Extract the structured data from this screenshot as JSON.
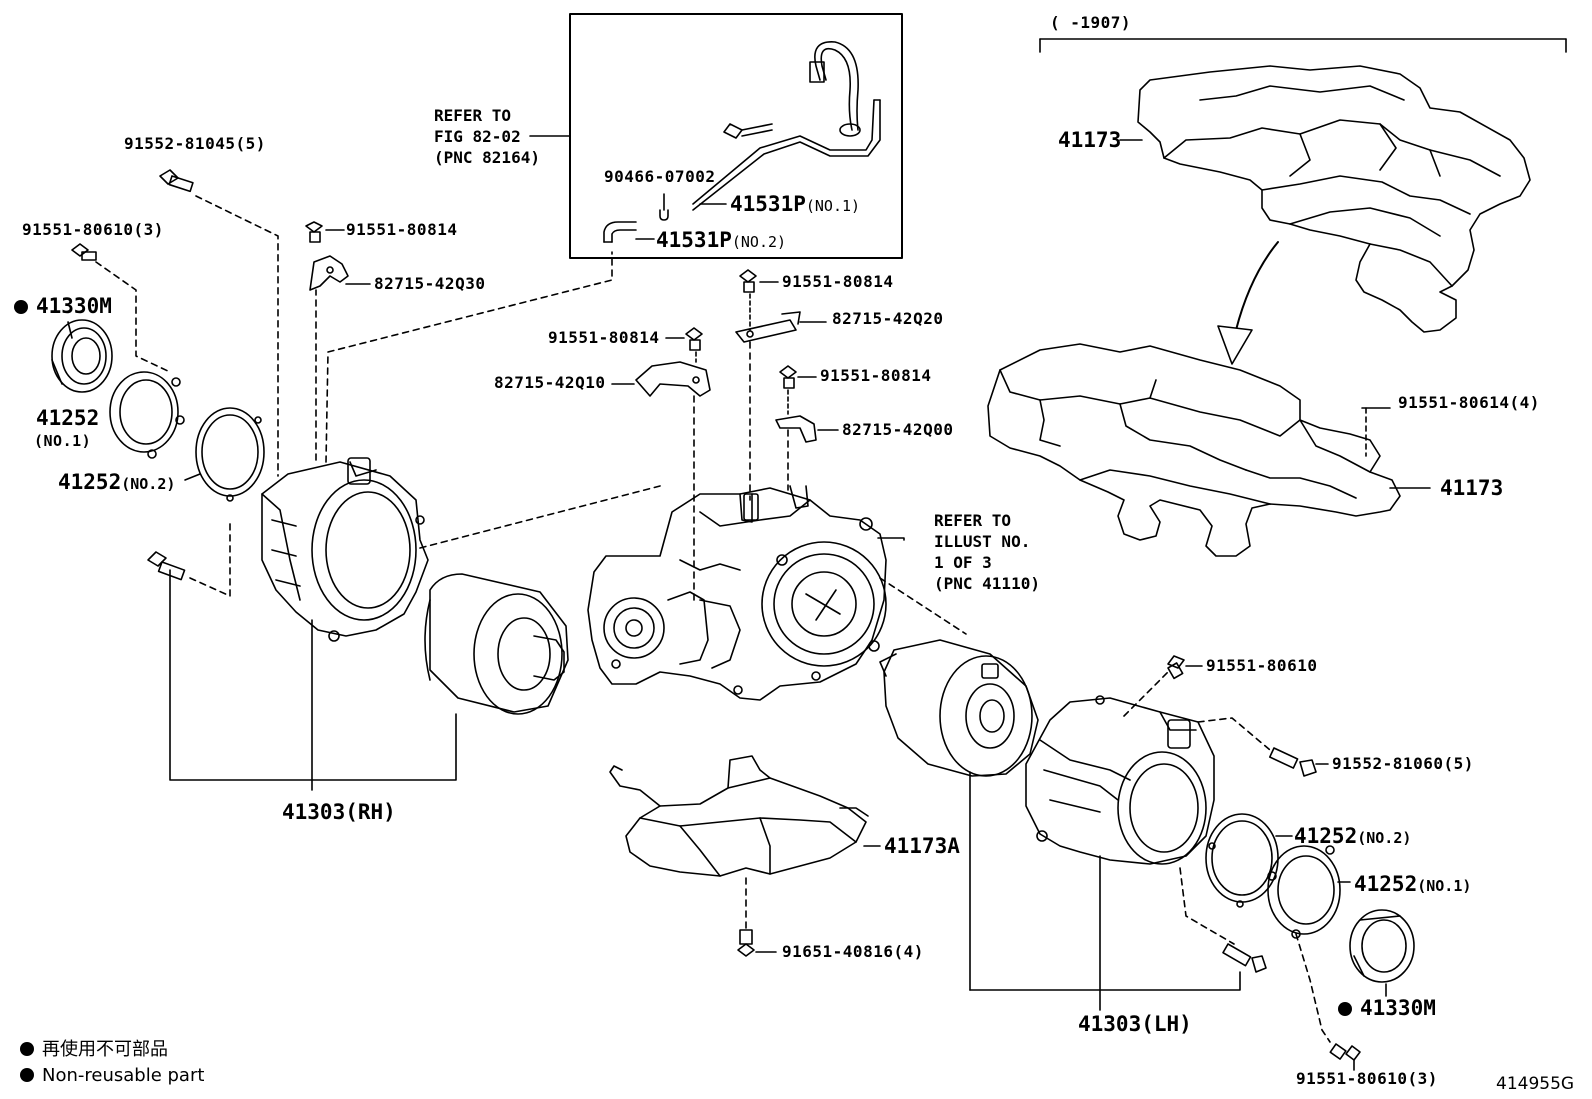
{
  "header": {
    "range": "(      -1907)"
  },
  "inset": {
    "refer_line1": "REFER TO",
    "refer_line2": "FIG 82-02",
    "refer_line3": "(PNC 82164)"
  },
  "note_main": {
    "line1": "REFER TO",
    "line2": "ILLUST NO.",
    "line3": "1 OF 3",
    "line4": "(PNC 41110)"
  },
  "parts": {
    "p91552_81045": "91552-81045(5)",
    "p91551_80610_left": "91551-80610(3)",
    "p41330m_left": "41330M",
    "p41252_no1_left": "41252",
    "p41252_no1_left_sub": "(NO.1)",
    "p41252_no2_left": "41252",
    "p41252_no2_left_sub": "(NO.2)",
    "p91551_80814_a": "91551-80814",
    "p82715_42q30": "82715-42Q30",
    "p90466_07002": "90466-07002",
    "p41531p_no1": "41531P",
    "p41531p_no1_sub": "(NO.1)",
    "p41531p_no2": "41531P",
    "p41531p_no2_sub": "(NO.2)",
    "p91551_80814_b": "91551-80814",
    "p82715_42q20": "82715-42Q20",
    "p91551_80814_c": "91551-80814",
    "p82715_42q10": "82715-42Q10",
    "p91551_80814_d": "91551-80814",
    "p82715_42q00": "82715-42Q00",
    "p41173_top": "41173",
    "p91551_80614": "91551-80614(4)",
    "p41173_mid": "41173",
    "p41303_rh": "41303(RH)",
    "p91551_80610_right": "91551-80610",
    "p91552_81060": "91552-81060(5)",
    "p41252_no2_right": "41252",
    "p41252_no2_right_sub": "(NO.2)",
    "p41252_no1_right": "41252",
    "p41252_no1_right_sub": "(NO.1)",
    "p41173a": "41173A",
    "p91651_40816": "91651-40816(4)",
    "p41330m_right": "41330M",
    "p41303_lh": "41303(LH)",
    "p91551_80610_bottom": "91551-80610(3)"
  },
  "legend": {
    "line1": "再使用不可部品",
    "line2": "Non-reusable part"
  },
  "illustration_code": "414955G",
  "icons": {
    "non_reusable_marker": "filled-circle-icon",
    "direction_arrow": "curved-arrow-icon"
  }
}
